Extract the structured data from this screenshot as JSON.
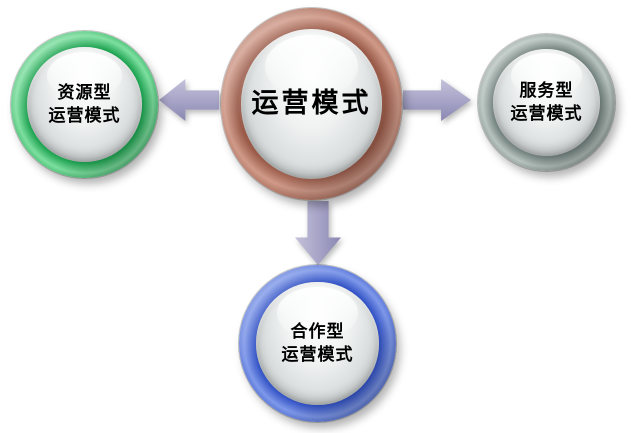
{
  "diagram": {
    "background": "#ffffff",
    "center": {
      "label": "运营模式",
      "colors": {
        "light": "#d09a89",
        "mid": "#9a5b49",
        "dark": "#4e2118"
      }
    },
    "nodes": {
      "left": {
        "line1": "资源型",
        "line2": "运营模式",
        "colors": {
          "light": "#7ddf9f",
          "mid": "#1ea351",
          "dark": "#0a5f2c"
        }
      },
      "right": {
        "line1": "服务型",
        "line2": "运营模式",
        "colors": {
          "light": "#b7c3bf",
          "mid": "#74837f",
          "dark": "#39443f"
        }
      },
      "bottom": {
        "line1": "合作型",
        "line2": "运营模式",
        "colors": {
          "light": "#7e98e9",
          "mid": "#3353c5",
          "dark": "#131f6e"
        }
      }
    },
    "arrow_colors": {
      "light": "#c4c1da",
      "mid": "#a5a2c6",
      "dark": "#8a87b2"
    }
  }
}
